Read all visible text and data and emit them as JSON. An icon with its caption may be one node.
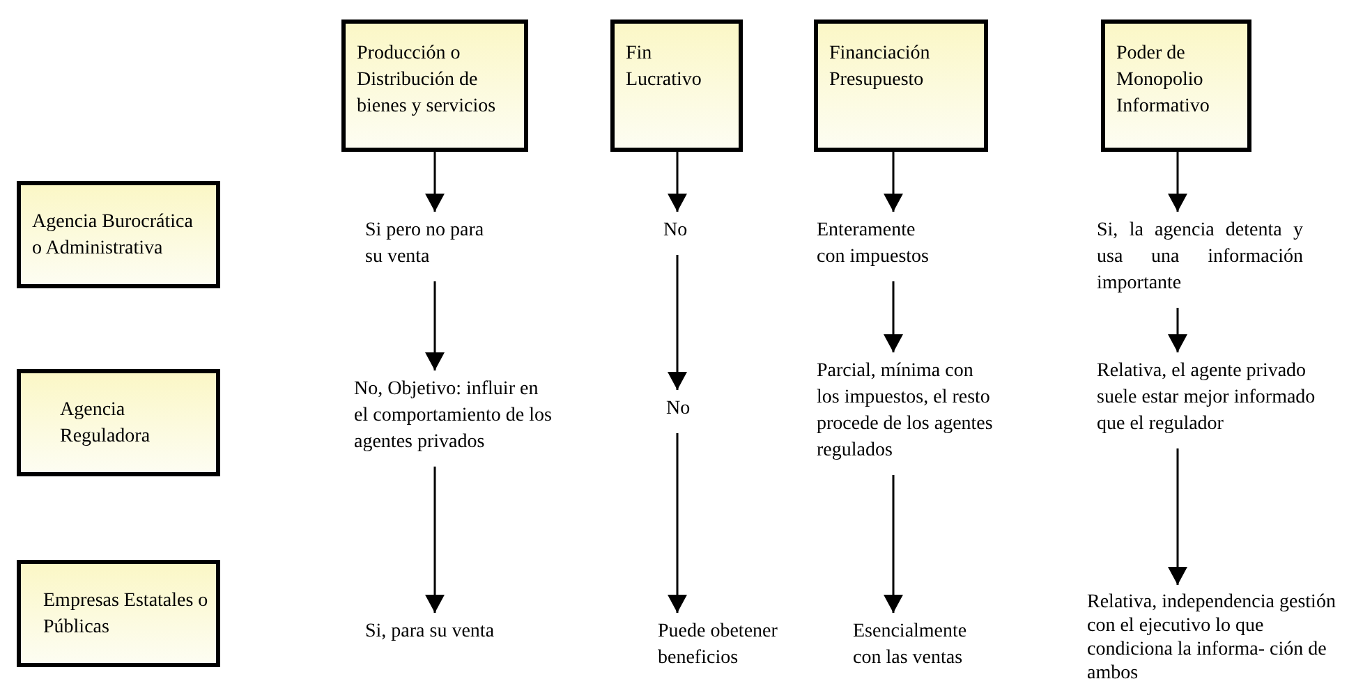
{
  "diagram": {
    "nodes": [
      {
        "text": [
          "Producción o Distribución de bienes y servicios"
        ]
      },
      {
        "text": [
          "Fin Lucrativo"
        ]
      },
      {
        "text": [
          "Financiación Presupuesto"
        ]
      },
      {
        "text": [
          "Poder de Monopolio Informativo"
        ]
      },
      {
        "text": [
          "Agencia Burocrática o Administrativa"
        ]
      },
      {
        "text": [
          "Si pero no para su venta"
        ]
      },
      {
        "text": [
          "No"
        ]
      },
      {
        "text": [
          "Enteramente con impuestos"
        ]
      },
      {
        "text": [
          "Si, la agencia detenta y usa una información importante"
        ]
      },
      {
        "text": [
          "Agencia Reguladora"
        ]
      },
      {
        "text": [
          "No, Objetivo: influir en el comportamiento de los agentes privados"
        ]
      },
      {
        "text": [
          "No"
        ]
      },
      {
        "text": [
          "Parcial, mínima con los impuestos, el resto procede de los agentes regulados"
        ]
      },
      {
        "text": [
          "Relativa, el agente privado suele estar mejor informado que el regulador"
        ]
      },
      {
        "text": [
          "Empresas Estatales o Públicas"
        ]
      },
      {
        "text": [
          "Si, para su venta"
        ]
      },
      {
        "text": [
          "Puede obetener beneficios"
        ]
      },
      {
        "text": [
          "Esencialmente con las ventas"
        ]
      },
      {
        "text": [
          "Relativa, independencia gestión con el ejecutivo lo que condiciona la informa- ción de ambos"
        ]
      }
    ],
    "edges": [
      {
        "from": 0,
        "to": 5,
        "arrow": "to"
      },
      {
        "from": 1,
        "to": 6,
        "arrow": "to"
      },
      {
        "from": 2,
        "to": 7,
        "arrow": "to"
      },
      {
        "from": 3,
        "to": 8,
        "arrow": "to"
      },
      {
        "from": 5,
        "to": 10,
        "arrow": "to"
      },
      {
        "from": 6,
        "to": 11,
        "arrow": "to"
      },
      {
        "from": 7,
        "to": 12,
        "arrow": "to"
      },
      {
        "from": 8,
        "to": 13,
        "arrow": "to"
      },
      {
        "from": 10,
        "to": 15,
        "arrow": "to"
      },
      {
        "from": 11,
        "to": 16,
        "arrow": "to"
      },
      {
        "from": 12,
        "to": 17,
        "arrow": "to"
      },
      {
        "from": 13,
        "to": 18,
        "arrow": "to"
      }
    ]
  }
}
